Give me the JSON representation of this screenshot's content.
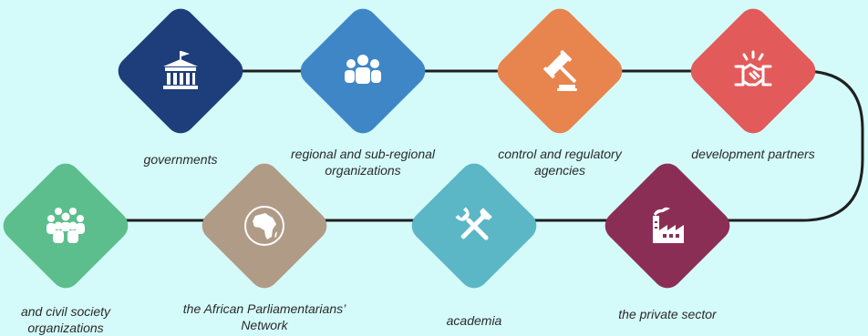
{
  "colors": {
    "background": "#d4fbfa",
    "connector": "#1f1f1f"
  },
  "nodes": [
    {
      "icon": "government-building-icon",
      "color": "#1d3e7a",
      "lines": [
        "governments"
      ]
    },
    {
      "icon": "people-group-icon",
      "color": "#3f86c6",
      "lines": [
        "regional and sub-regional",
        "organizations"
      ]
    },
    {
      "icon": "gavel-icon",
      "color": "#e8844e",
      "lines": [
        "control and regulatory",
        "agencies"
      ]
    },
    {
      "icon": "handshake-icon",
      "color": "#e35a5a",
      "lines": [
        "development partners"
      ]
    },
    {
      "icon": "factory-icon",
      "color": "#8b2e55",
      "lines": [
        "the private sector"
      ]
    },
    {
      "icon": "tools-icon",
      "color": "#5bb6c6",
      "lines": [
        "academia"
      ]
    },
    {
      "icon": "africa-map-icon",
      "color": "#b09b87",
      "lines": [
        "the African Parliamentarians’",
        "Network"
      ]
    },
    {
      "icon": "crowd-icon",
      "color": "#5cbe8c",
      "lines": [
        "and civil society",
        "organizations"
      ]
    }
  ]
}
